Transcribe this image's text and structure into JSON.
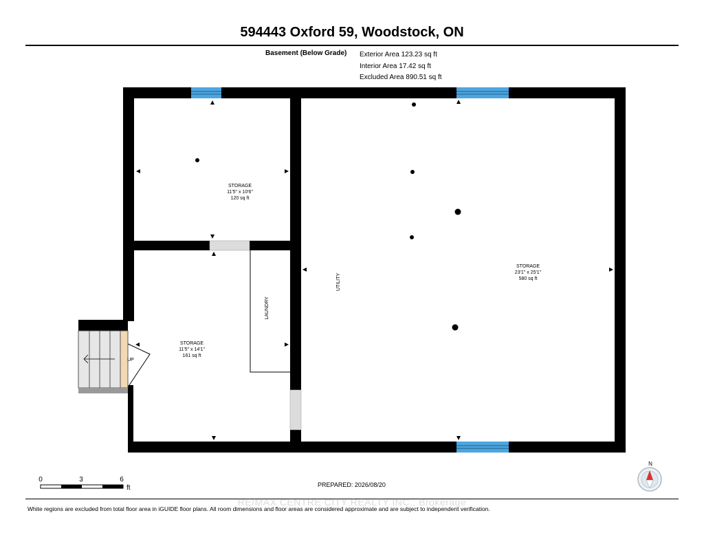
{
  "header": {
    "title": "594443 Oxford 59, Woodstock, ON"
  },
  "level": {
    "name": "Basement (Below Grade)"
  },
  "areas": {
    "exterior": "Exterior Area 123.23 sq ft",
    "interior": "Interior Area 17.42 sq ft",
    "excluded": "Excluded Area 890.51 sq ft"
  },
  "rooms": {
    "storage_a": {
      "name": "STORAGE",
      "dims": "11'5\" x 10'6\"",
      "area": "120 sq ft"
    },
    "storage_b": {
      "name": "STORAGE",
      "dims": "11'5\" x 14'1\"",
      "area": "161 sq ft"
    },
    "storage_c": {
      "name": "STORAGE",
      "dims": "23'1\" x 25'1\"",
      "area": "580 sq ft"
    },
    "laundry": {
      "name": "LAUNDRY"
    },
    "utility": {
      "name": "UTILITY"
    },
    "stairs": {
      "label": "UP"
    }
  },
  "scale": {
    "ticks": [
      "0",
      "3",
      "6"
    ],
    "unit": "ft"
  },
  "compass": {
    "label": "N"
  },
  "footer": {
    "prepared": "PREPARED: 2026/08/20",
    "watermark": "RE/MAX CENTRE CITY REALTY INC., Brokerage",
    "disclaimer": "White regions are excluded from total floor area in iGUIDE floor plans. All room dimensions and floor areas are considered approximate and are subject to independent verification."
  },
  "colors": {
    "wall": "#000000",
    "window": "#4da6e0",
    "door_opening": "#dcdcdc",
    "stair_tread": "#e6e6e6",
    "stair_landing": "#f2d9b3",
    "compass_needle": "#e0302a"
  }
}
